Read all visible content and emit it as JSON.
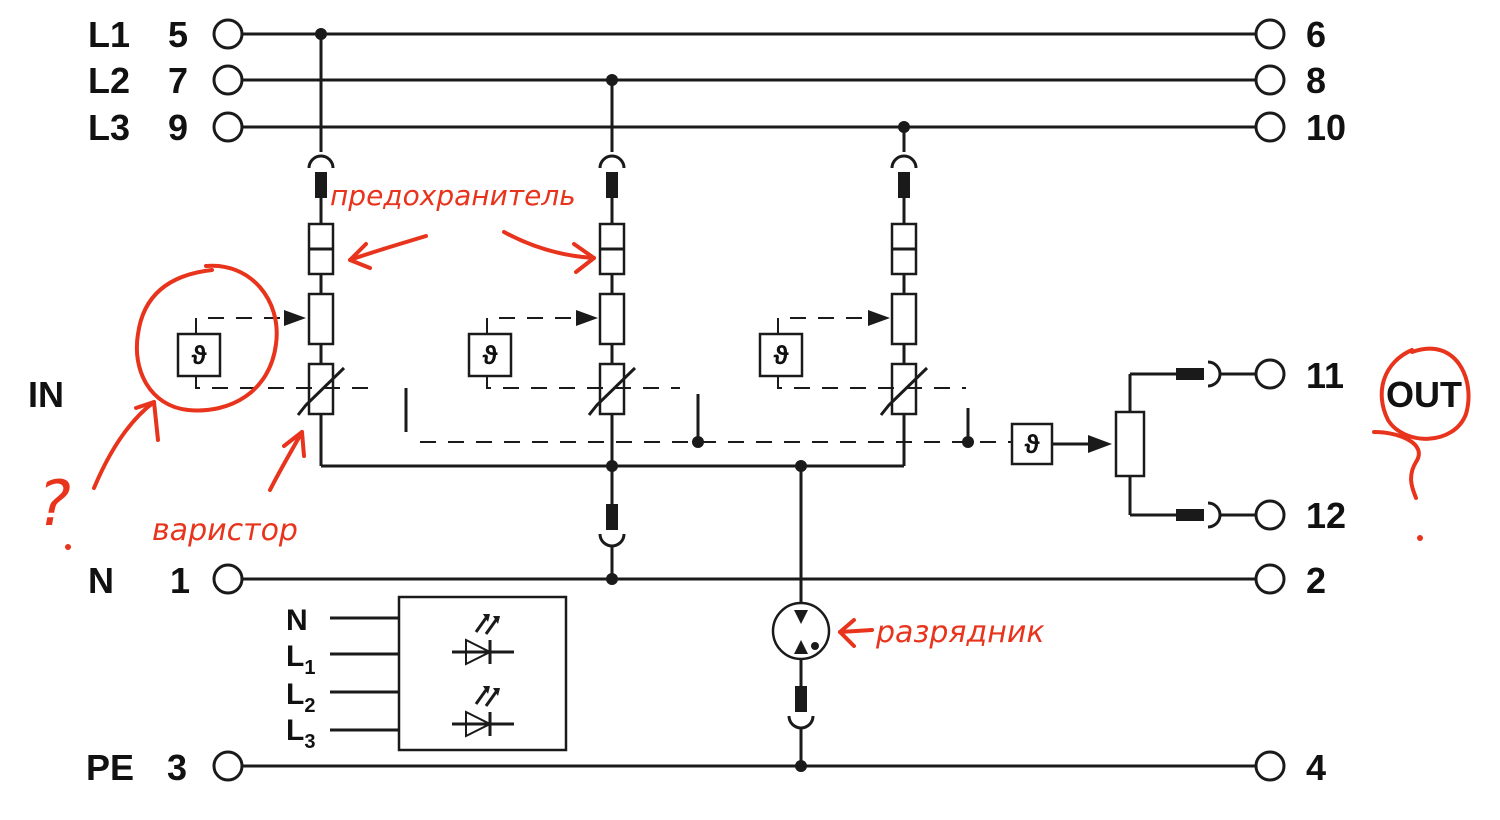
{
  "diagram": {
    "side_labels": {
      "in": "IN",
      "out": "OUT"
    },
    "rows": [
      {
        "name": "L1",
        "left_num": "5",
        "right_num": "6"
      },
      {
        "name": "L2",
        "left_num": "7",
        "right_num": "8"
      },
      {
        "name": "L3",
        "left_num": "9",
        "right_num": "10"
      },
      {
        "name": "N",
        "left_num": "1",
        "right_num": "2"
      },
      {
        "name": "PE",
        "left_num": "3",
        "right_num": "4"
      }
    ],
    "output_contacts": {
      "top": "11",
      "bottom": "12"
    },
    "indicator_inputs": [
      {
        "main": "N",
        "sub": ""
      },
      {
        "main": "L",
        "sub": "1"
      },
      {
        "main": "L",
        "sub": "2"
      },
      {
        "main": "L",
        "sub": "3"
      }
    ],
    "thermal_symbol": "ϑ",
    "annotations": {
      "fuse": "предохранитель",
      "varistor": "варистор",
      "arrester": "разрядник",
      "question_mark": "?"
    },
    "colors": {
      "line": "#1a1a1a",
      "annotation": "#e8341c"
    }
  }
}
